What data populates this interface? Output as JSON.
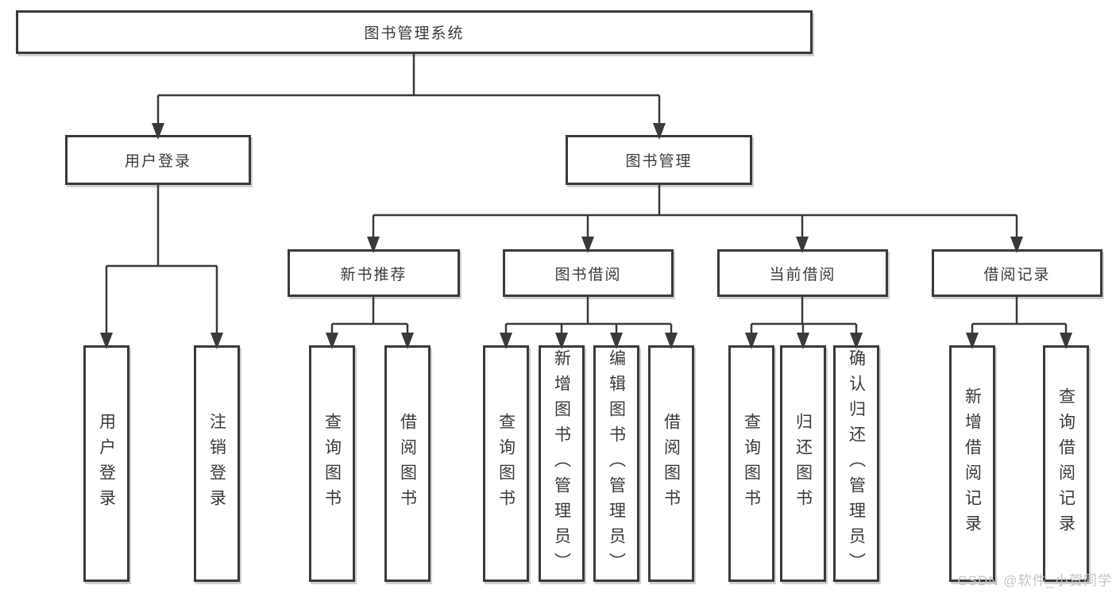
{
  "watermark": "CSDN @软件_小贺同学",
  "tree": {
    "root": "图书管理系统",
    "user_login": {
      "label": "用户登录",
      "children": [
        "用户登录",
        "注销登录"
      ]
    },
    "book_management": {
      "label": "图书管理",
      "groups": [
        {
          "label": "新书推荐",
          "children": [
            "查询图书",
            "借阅图书"
          ]
        },
        {
          "label": "图书借阅",
          "children": [
            "查询图书",
            "新增图书（管理员）",
            "编辑图书（管理员）",
            "借阅图书"
          ]
        },
        {
          "label": "当前借阅",
          "children": [
            "查询图书",
            "归还图书",
            "确认归还（管理员）"
          ]
        },
        {
          "label": "借阅记录",
          "children": [
            "新增借阅记录",
            "查询借阅记录"
          ]
        }
      ]
    }
  }
}
